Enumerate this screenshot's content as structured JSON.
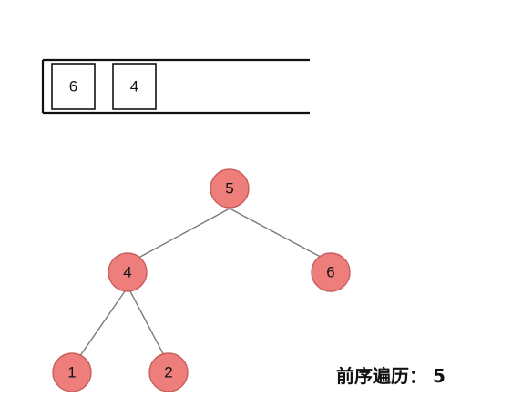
{
  "stack": {
    "items": [
      "6",
      "4"
    ]
  },
  "tree": {
    "nodes": [
      "5",
      "4",
      "6",
      "1",
      "2"
    ],
    "edges": [
      [
        "5",
        "4"
      ],
      [
        "5",
        "6"
      ],
      [
        "4",
        "1"
      ],
      [
        "4",
        "2"
      ]
    ]
  },
  "caption": {
    "label": "前序遍历：",
    "value": "5"
  },
  "colors": {
    "node_fill": "#ee7e7c",
    "node_stroke": "#c85e5c",
    "edge": "#7a7a7a",
    "outline": "#111111"
  }
}
